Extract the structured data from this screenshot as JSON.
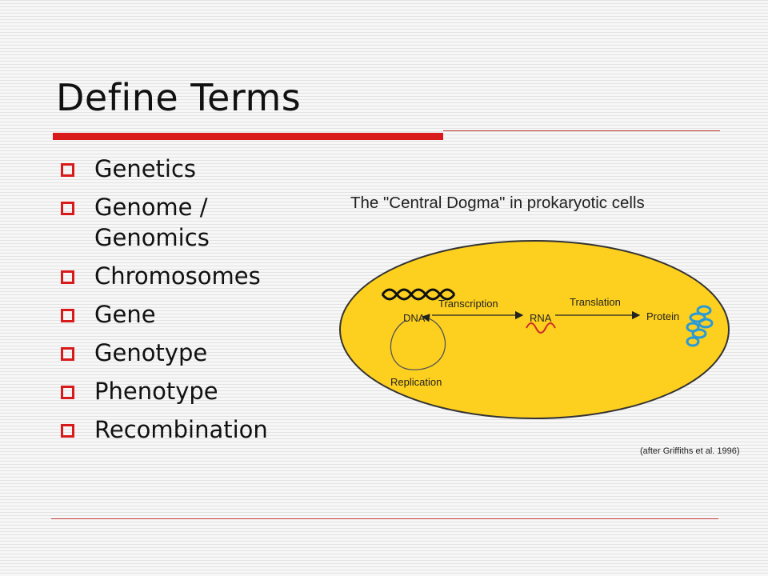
{
  "slide": {
    "title": "Define Terms",
    "terms": [
      "Genetics",
      "Genome / Genomics",
      "Chromosomes",
      "Gene",
      "Genotype",
      "Phenotype",
      "Recombination"
    ]
  },
  "figure": {
    "title": "The \"Central Dogma\" in prokaryotic cells",
    "labels": {
      "dna": "DNA",
      "transcription": "Transcription",
      "rna": "RNA",
      "translation": "Translation",
      "protein": "Protein",
      "replication": "Replication"
    },
    "credit": "(after Griffiths et al. 1996)",
    "colors": {
      "cell_fill": "#fdd01f",
      "rna_strand": "#cc2a2a",
      "protein": "#2a9ad6"
    }
  },
  "colors": {
    "accent_rule": "#d81a1a",
    "bullet_box": "#d81a1a"
  }
}
